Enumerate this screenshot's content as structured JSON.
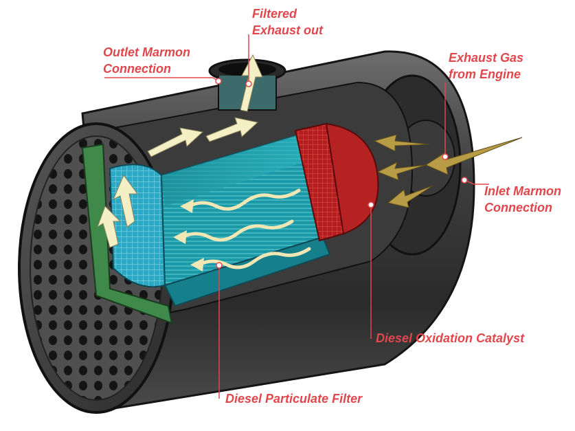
{
  "colors": {
    "label": "#e0474c",
    "dpf_core": "#1aa3b0",
    "doc_core": "#c42424",
    "shell": "#5c5c5c",
    "arrow_out": "#f5efc6",
    "arrow_in": "#b79c45"
  },
  "labels": {
    "filtered_exhaust": {
      "line1": "Filtered",
      "line2": "Exhaust out"
    },
    "outlet_marmon": {
      "line1": "Outlet Marmon",
      "line2": "Connection"
    },
    "exhaust_gas": {
      "line1": "Exhaust Gas",
      "line2": "from Engine"
    },
    "inlet_marmon": {
      "line1": "Inlet Marmon",
      "line2": "Connection"
    },
    "doc": "Diesel Oxidation Catalyst",
    "dpf": "Diesel Particulate Filter"
  }
}
